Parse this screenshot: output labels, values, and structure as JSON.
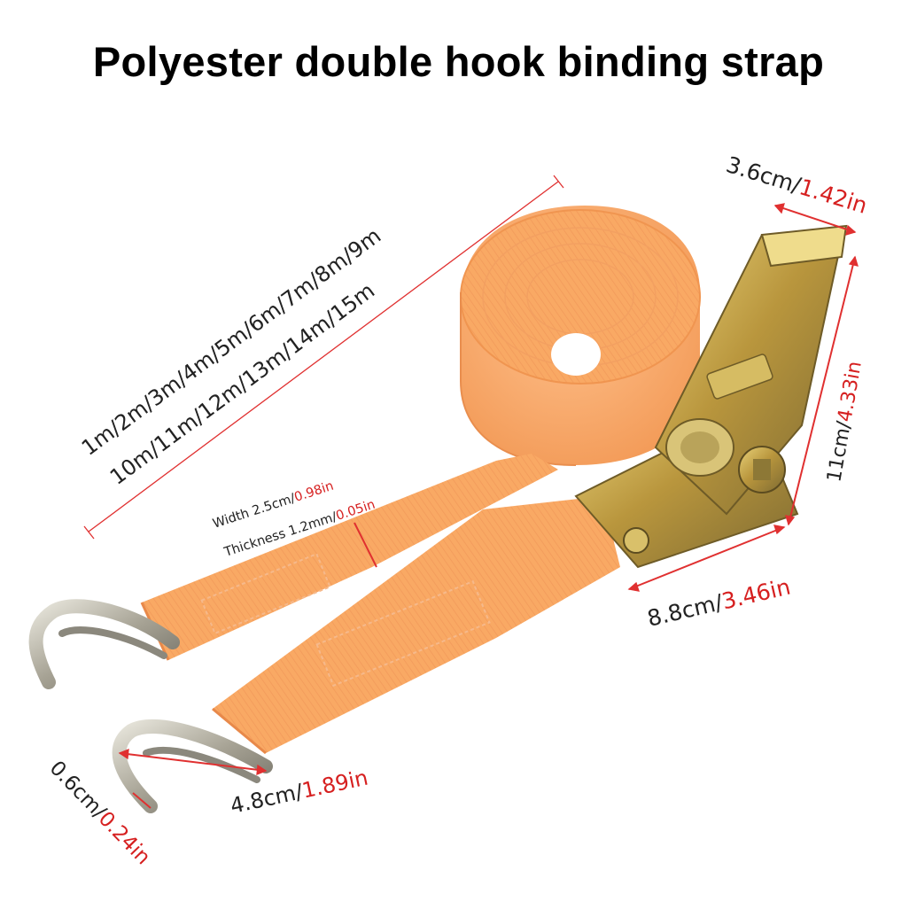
{
  "title": "Polyester double hook binding strap",
  "lengths": {
    "line1": "1m/2m/3m/4m/5m/6m/7m/8m/9m",
    "line2": "10m/11m/12m/13m/14m/15m"
  },
  "width": {
    "label": "Width 2.5cm/",
    "imperial": "0.98in"
  },
  "thickness": {
    "label": "Thickness 1.2mm/",
    "imperial": "0.05in"
  },
  "handle_width": {
    "metric": "3.6cm/",
    "imperial": "1.42in"
  },
  "ratchet_length": {
    "metric": "11cm/",
    "imperial": "4.33in"
  },
  "ratchet_base": {
    "metric": "8.8cm/",
    "imperial": "3.46in"
  },
  "hook_length": {
    "metric": "4.8cm/",
    "imperial": "1.89in"
  },
  "hook_diameter": {
    "metric": "0.6cm/",
    "imperial": "0.24in"
  },
  "colors": {
    "strap": "#f9a964",
    "strap_shadow": "#e8894a",
    "metal": "#c9a84c",
    "hook": "#a9a79c",
    "dimension_line": "#e03030",
    "imperial_text": "#d62020"
  }
}
